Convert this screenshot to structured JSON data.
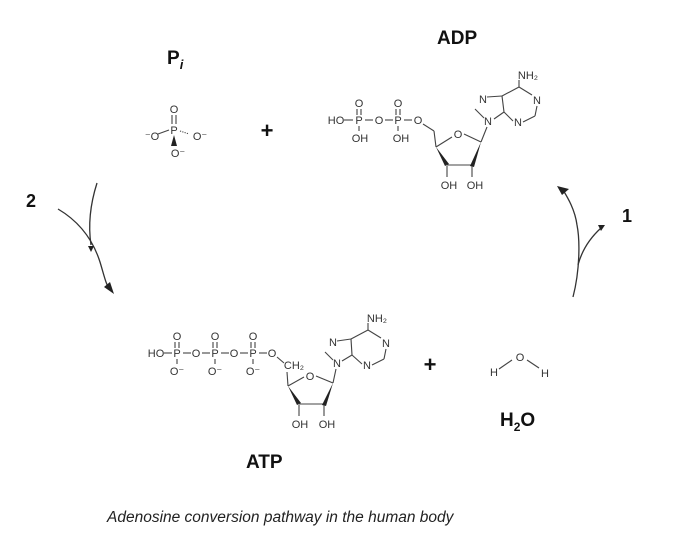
{
  "diagram": {
    "caption": "Adenosine conversion pathway in the human body",
    "molecules": {
      "pi": {
        "label": "P",
        "subscript": "i",
        "atoms": [
          "O",
          "P",
          "O-",
          "O-",
          "O-"
        ]
      },
      "adp": {
        "label": "ADP",
        "groups": [
          "HO",
          "P",
          "O",
          "P",
          "O",
          "OH",
          "OH",
          "O",
          "N",
          "N",
          "N",
          "N",
          "NH2",
          "OH",
          "OH"
        ]
      },
      "atp": {
        "label": "ATP",
        "groups": [
          "HO",
          "P",
          "O",
          "P",
          "O",
          "P",
          "O",
          "CH2",
          "O-",
          "O-",
          "O-",
          "O",
          "N",
          "N",
          "N",
          "N",
          "NH2",
          "OH",
          "OH"
        ]
      },
      "water": {
        "label_main": "H",
        "label_sub": "2",
        "label_end": "O",
        "atoms": [
          "H",
          "O",
          "H"
        ]
      }
    },
    "operators": {
      "plus_top": "+",
      "plus_bottom": "+"
    },
    "steps": {
      "step1": "1",
      "step2": "2"
    }
  }
}
